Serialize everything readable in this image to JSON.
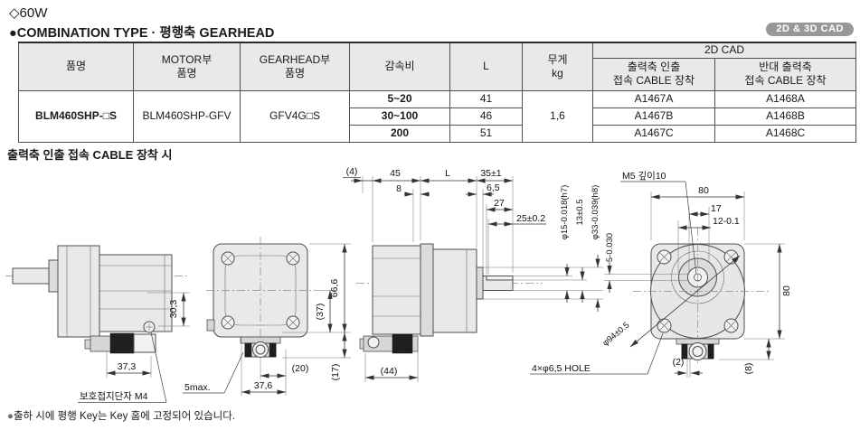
{
  "header": {
    "power": "◇60W",
    "title": "●COMBINATION TYPE · 평행축 GEARHEAD",
    "cad_badge": "2D & 3D CAD"
  },
  "table": {
    "col_product": "품명",
    "col_motor_l1": "MOTOR부",
    "col_motor_l2": "품명",
    "col_gearhead_l1": "GEARHEAD부",
    "col_gearhead_l2": "품명",
    "col_ratio": "감속비",
    "col_length": "L",
    "col_weight_l1": "무게",
    "col_weight_l2": "kg",
    "col_2d_cad": "2D CAD",
    "col_cable_front_l1": "출력축 인출",
    "col_cable_front_l2": "접속 CABLE 장착",
    "col_cable_back_l1": "반대 출력축",
    "col_cable_back_l2": "접속 CABLE 장착",
    "product": "BLM460SHP-□S",
    "motor": "BLM460SHP-GFV",
    "gearhead": "GFV4G□S",
    "weight": "1,6",
    "variants": [
      {
        "ratio": "5~20",
        "length": "41",
        "cad_front": "A1467A",
        "cad_back": "A1468A"
      },
      {
        "ratio": "30~100",
        "length": "46",
        "cad_front": "A1467B",
        "cad_back": "A1468B"
      },
      {
        "ratio": "200",
        "length": "51",
        "cad_front": "A1467C",
        "cad_back": "A1468C"
      }
    ]
  },
  "section_title": "출력축 인출 접속 CABLE 장착 시",
  "drawings": {
    "side_view": {
      "dim_height": "30,3",
      "dim_width": "37,3",
      "ground_label": "보호접지단자 M4"
    },
    "rear_view": {
      "dim_total": "66,6",
      "dim_37": "(37)",
      "dim_17": "(17)",
      "dim_20": "(20)",
      "dim_width": "37,6",
      "dim_5max": "5max."
    },
    "section_view": {
      "dim_4": "(4)",
      "dim_45": "45",
      "dim_L": "L",
      "dim_35": "35±1",
      "dim_8": "8",
      "dim_6_5": "6,5",
      "dim_27": "27",
      "dim_25": "25±0.2",
      "dim_shaft_dia": "φ15-0.018(h7)",
      "dim_key_h": "13±0.5",
      "dim_boss_dia": "φ33-0.039(h8)",
      "dim_44": "(44)"
    },
    "front_view": {
      "label_m5": "M5 깊이10",
      "dim_80_top": "80",
      "dim_17": "17",
      "dim_12": "12-0.1",
      "dim_key_w": "5-0.030",
      "dim_80_side": "80",
      "dim_pilot": "φ94±0.5",
      "label_holes": "4×φ6,5 HOLE",
      "dim_2": "(2)",
      "dim_8": "(8)"
    }
  },
  "footnote": {
    "bullet": "●",
    "text": "출하 시에 평행 Key는 Key 홈에 고정되어 있습니다."
  }
}
